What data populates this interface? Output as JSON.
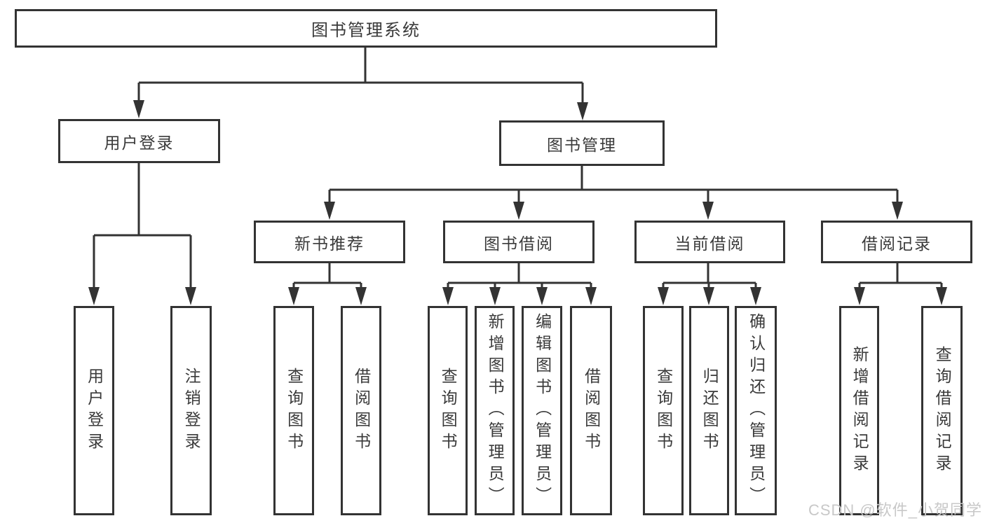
{
  "diagram": {
    "type": "tree",
    "title": "图书管理系统",
    "nodes": {
      "root": {
        "label": "图书管理系统"
      },
      "login": {
        "label": "用户登录"
      },
      "manage": {
        "label": "图书管理"
      },
      "login_user": {
        "label": "用户登录"
      },
      "login_logout": {
        "label": "注销登录"
      },
      "recommend": {
        "label": "新书推荐"
      },
      "borrowing": {
        "label": "图书借阅"
      },
      "current": {
        "label": "当前借阅"
      },
      "records": {
        "label": "借阅记录"
      },
      "recommend_query": {
        "label": "查询图书"
      },
      "recommend_borrow": {
        "label": "借阅图书"
      },
      "borrowing_query": {
        "label": "查询图书"
      },
      "borrowing_add": {
        "label": "新增图书（管理员）"
      },
      "borrowing_edit": {
        "label": "编辑图书（管理员）"
      },
      "borrowing_lend": {
        "label": "借阅图书"
      },
      "current_query": {
        "label": "查询图书"
      },
      "current_return": {
        "label": "归还图书"
      },
      "current_confirm": {
        "label": "确认归还（管理员）"
      },
      "records_add": {
        "label": "新增借阅记录"
      },
      "records_query": {
        "label": "查询借阅记录"
      }
    },
    "hierarchy": {
      "图书管理系统": [
        "用户登录",
        "图书管理"
      ],
      "用户登录": [
        "用户登录",
        "注销登录"
      ],
      "图书管理": [
        "新书推荐",
        "图书借阅",
        "当前借阅",
        "借阅记录"
      ],
      "新书推荐": [
        "查询图书",
        "借阅图书"
      ],
      "图书借阅": [
        "查询图书",
        "新增图书（管理员）",
        "编辑图书（管理员）",
        "借阅图书"
      ],
      "当前借阅": [
        "查询图书",
        "归还图书",
        "确认归还（管理员）"
      ],
      "借阅记录": [
        "新增借阅记录",
        "查询借阅记录"
      ]
    },
    "watermark": "CSDN @软件_小贺同学",
    "colors": {
      "line": "#333333",
      "text": "#3a3a3a",
      "box_background": "#ffffff",
      "page_background": "#ffffff",
      "watermark": "#c8c8c8"
    }
  }
}
